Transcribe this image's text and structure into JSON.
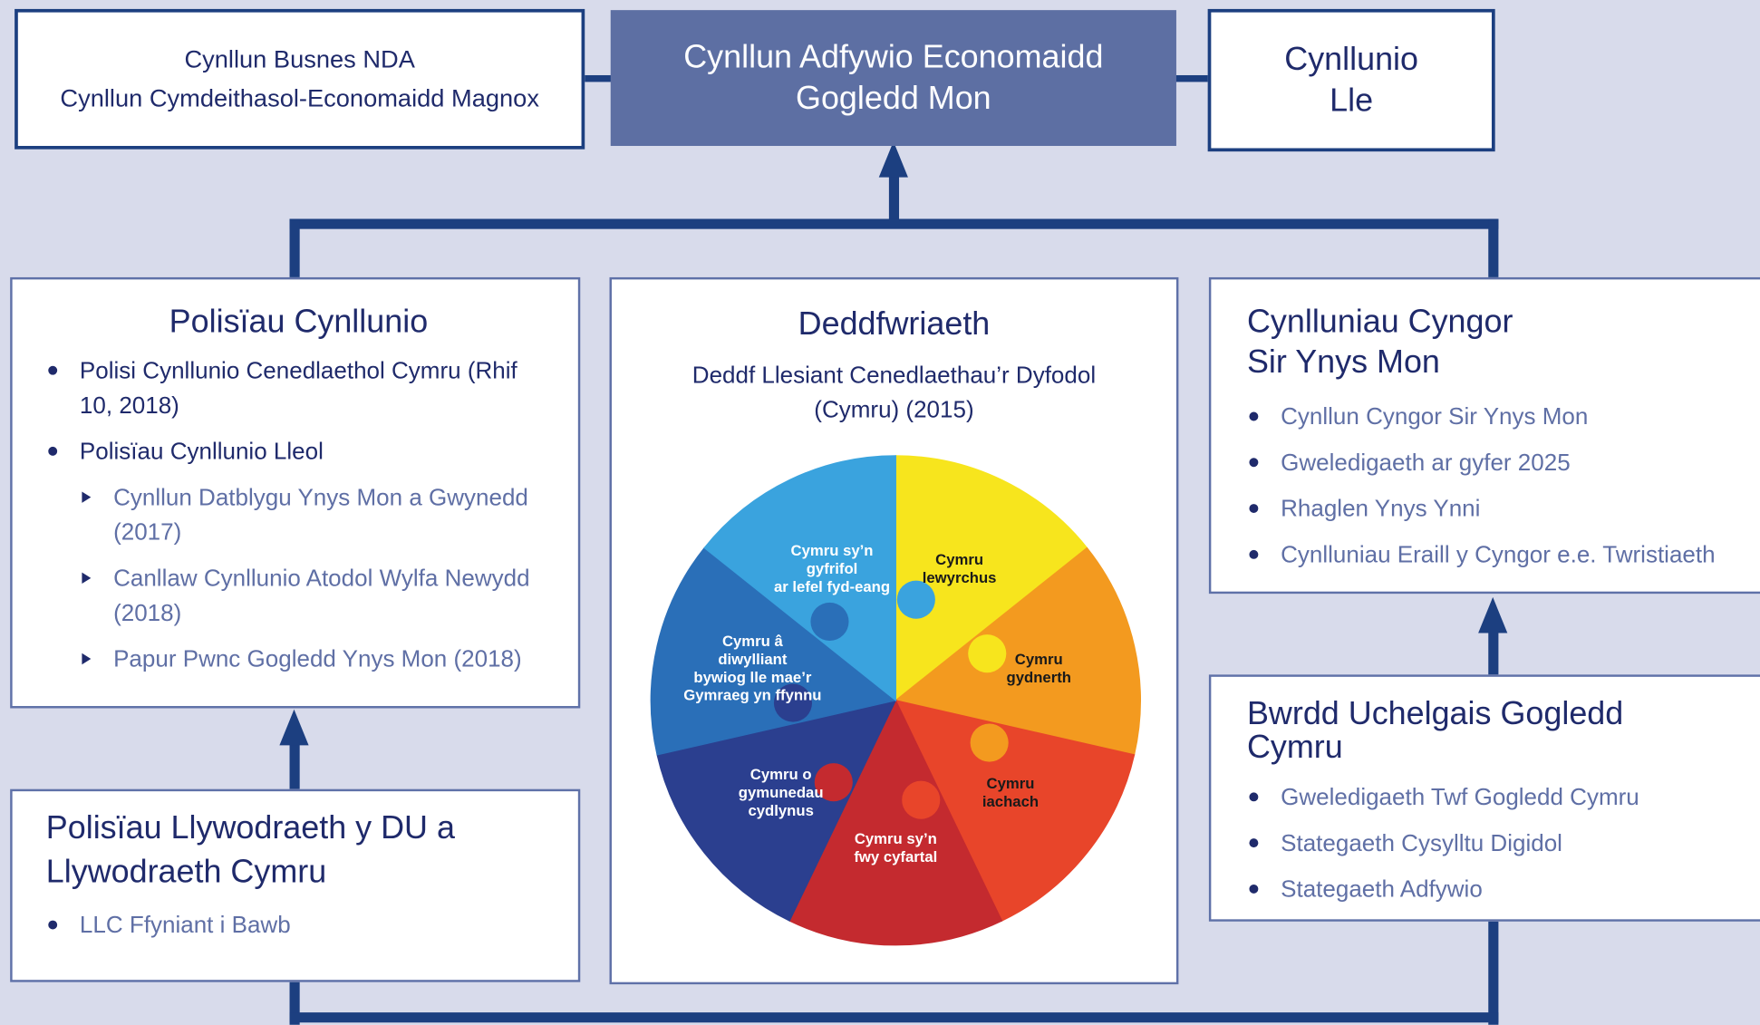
{
  "top": {
    "left_lines": [
      "Cynllun Busnes NDA",
      "Cynllun Cymdeithasol-Economaidd Magnox"
    ],
    "center_lines": [
      "Cynllun Adfywio Economaidd",
      "Gogledd Mon"
    ],
    "right_lines": [
      "Cynllunio",
      "Lle"
    ]
  },
  "planning": {
    "title": "Polisïau Cynllunio",
    "items": [
      {
        "text": "Polisi Cynllunio Cenedlaethol Cymru (Rhif 10, 2018)"
      },
      {
        "text": "Polisïau Cynllunio Lleol"
      }
    ],
    "subitems": [
      {
        "text": "Cynllun Datblygu Ynys Mon a Gwynedd (2017)"
      },
      {
        "text": "Canllaw Cynllunio Atodol Wylfa Newydd (2018)"
      },
      {
        "text": "Papur Pwnc Gogledd Ynys Mon (2018)"
      }
    ]
  },
  "legislation": {
    "title": "Deddfwriaeth",
    "subtitle_lines": [
      "Deddf Llesiant Cenedlaethau’r Dyfodol",
      "(Cymru) (2015)"
    ],
    "wheel": [
      {
        "lines": [
          "Cymru",
          "lewyrchus"
        ],
        "color": "#f7e51d",
        "text_color": "#1a1a1a"
      },
      {
        "lines": [
          "Cymru",
          "gydnerth"
        ],
        "color": "#f39a1f",
        "text_color": "#1a1a1a"
      },
      {
        "lines": [
          "Cymru",
          "iachach"
        ],
        "color": "#e8452a",
        "text_color": "#1a1a1a"
      },
      {
        "lines": [
          "Cymru sy’n",
          "fwy cyfartal"
        ],
        "color": "#c42a2f",
        "text_color": "#ffffff"
      },
      {
        "lines": [
          "Cymru o",
          "gymunedau",
          "cydlynus"
        ],
        "color": "#2b3f8f",
        "text_color": "#ffffff"
      },
      {
        "lines": [
          "Cymru â",
          "diwylliant",
          "bywiog lle mae’r",
          "Gymraeg yn ffynnu"
        ],
        "color": "#2a6fb8",
        "text_color": "#ffffff"
      },
      {
        "lines": [
          "Cymru sy’n",
          "gyfrifol",
          "ar lefel fyd-eang"
        ],
        "color": "#3aa3de",
        "text_color": "#ffffff"
      }
    ]
  },
  "council": {
    "title_lines": [
      "Cynlluniau Cyngor",
      "Sir Ynys Mon"
    ],
    "items": [
      {
        "text": "Cynllun Cyngor Sir Ynys Mon"
      },
      {
        "text": "Gweledigaeth ar gyfer 2025"
      },
      {
        "text": "Rhaglen Ynys Ynni"
      },
      {
        "text": "Cynlluniau Eraill y Cyngor e.e. Twristiaeth"
      }
    ]
  },
  "growth": {
    "title_lines": [
      "Bwrdd Uchelgais Gogledd",
      "Cymru"
    ],
    "items": [
      {
        "text": "Gweledigaeth Twf Gogledd Cymru"
      },
      {
        "text": "Stategaeth Cysylltu Digidol"
      },
      {
        "text": "Stategaeth Adfywio"
      }
    ]
  },
  "uk": {
    "title_lines": [
      "Polisïau Llywodraeth y DU a",
      "Llywodraeth Cymru"
    ],
    "items": [
      {
        "text": "LLC Ffyniant i Bawb"
      }
    ]
  }
}
